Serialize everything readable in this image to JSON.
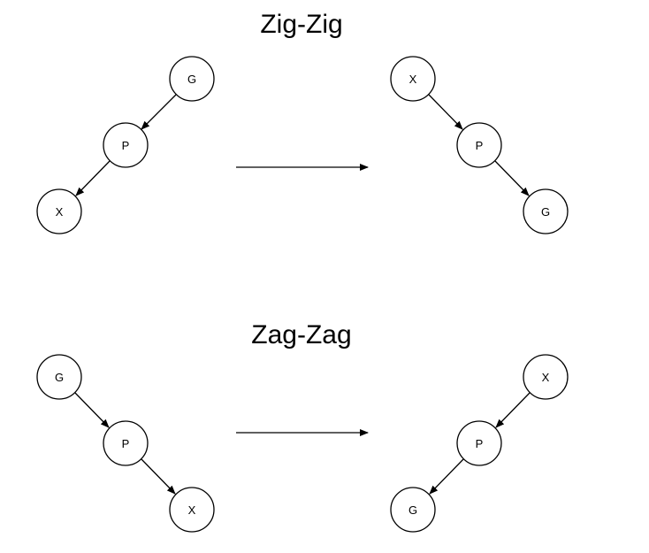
{
  "colors": {
    "stroke": "#000000",
    "background": "#ffffff"
  },
  "sections": [
    {
      "title": "Zig-Zig",
      "before": {
        "top": "G",
        "middle": "P",
        "bottom": "X"
      },
      "after": {
        "top": "X",
        "middle": "P",
        "bottom": "G"
      }
    },
    {
      "title": "Zag-Zag",
      "before": {
        "top": "G",
        "middle": "P",
        "bottom": "X"
      },
      "after": {
        "top": "X",
        "middle": "P",
        "bottom": "G"
      }
    }
  ]
}
